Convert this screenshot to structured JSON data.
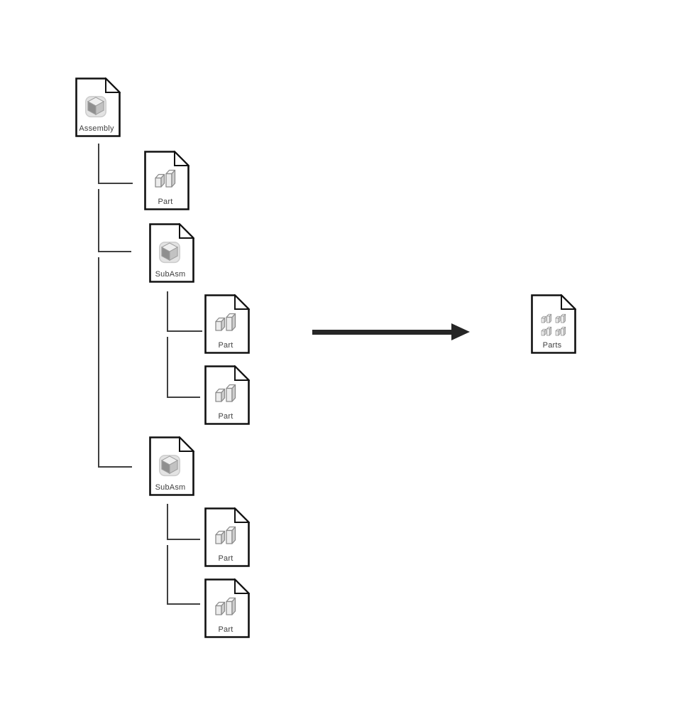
{
  "diagram_title": "",
  "nodes": {
    "assembly": {
      "label": "Assembly",
      "type": "assembly-document"
    },
    "part1": {
      "label": "Part",
      "type": "part-document"
    },
    "subasm1": {
      "label": "SubAsm",
      "type": "assembly-document"
    },
    "part2": {
      "label": "Part",
      "type": "part-document"
    },
    "part3": {
      "label": "Part",
      "type": "part-document"
    },
    "subasm2": {
      "label": "SubAsm",
      "type": "assembly-document"
    },
    "part4": {
      "label": "Part",
      "type": "part-document"
    },
    "part5": {
      "label": "Part",
      "type": "part-document"
    },
    "result": {
      "label": "Parts",
      "type": "multi-part-document"
    }
  },
  "hierarchy": {
    "root": "Assembly",
    "children": [
      {
        "label": "Part"
      },
      {
        "label": "SubAsm",
        "children": [
          {
            "label": "Part"
          },
          {
            "label": "Part"
          }
        ]
      },
      {
        "label": "SubAsm",
        "children": [
          {
            "label": "Part"
          },
          {
            "label": "Part"
          }
        ]
      }
    ],
    "arrow": {
      "direction": "right",
      "meaning": "assembly tree flattened into single parts document"
    },
    "result": "Parts"
  },
  "icons": {
    "page": "document-page-with-folded-corner",
    "assembly_glyph": "isometric-cube-icon",
    "part_glyph": "two-extruded-prisms-icon",
    "parts_glyph": "2x2-grid-of-part-prisms-icon",
    "arrow": "right-arrow"
  },
  "colors": {
    "background": "#ffffff",
    "page_border": "#111111",
    "page_fill": "#ffffff",
    "connector_line": "#3f3f3f",
    "arrow": "#262626",
    "label_text": "#3f3f3f",
    "glyph_dark_grey": "#8f8f8f",
    "glyph_mid_grey": "#c2c2c2",
    "glyph_light_grey": "#ededed"
  }
}
